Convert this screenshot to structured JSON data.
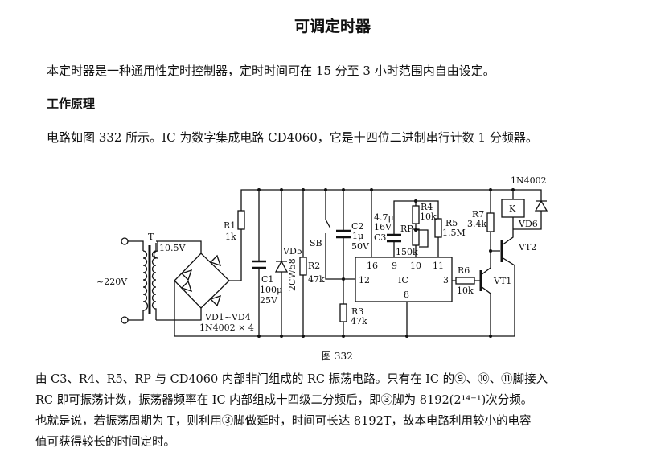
{
  "title": "可调定时器",
  "intro": "本定时器是一种通用性定时控制器，定时时间可在 15 分至 3 小时范围内自由设定。",
  "heading": "工作原理",
  "circuit_description": "电路如图 332 所示。IC 为数字集成电路 CD4060，它是十四位二进制串行计数 1 分频器。",
  "figure": {
    "caption": "图 332",
    "labels": {
      "mains": "~220V",
      "transformer": "T",
      "secondary": "10.5V",
      "bridge": "VD1~VD4",
      "bridge_type": "1N4002 × 4",
      "r1": "R1",
      "r1_val": "1k",
      "c1": "C1",
      "c1_val1": "100μ",
      "c1_val2": "25V",
      "vd5": "VD5",
      "vd5_type": "2CW58",
      "r2": "R2",
      "r2_val": "47k",
      "sb": "SB",
      "c2": "C2",
      "c2_val1": "1μ",
      "c2_val2": "50V",
      "r3": "R3",
      "r3_val": "47k",
      "c3_val1": "4.7μ",
      "c3_val2": "16V",
      "c3": "C3",
      "r4": "R4",
      "r4_val": "10k",
      "rp": "RP",
      "rp_val": "150k",
      "r5": "R5",
      "r5_val": "1.5M",
      "ic": "IC",
      "pin16": "16",
      "pin9": "9",
      "pin10": "10",
      "pin11": "11",
      "pin12": "12",
      "pin3": "3",
      "pin8": "8",
      "r6": "R6",
      "r6_val": "10k",
      "vt1": "VT1",
      "r7": "R7",
      "r7_val": "3.4k",
      "vt2": "VT2",
      "k": "K",
      "vd6": "VD6",
      "vd6_type": "1N4002"
    }
  },
  "body_lines": [
    "由 C3、R4、R5、RP 与 CD4060 内部非门组成的 RC 振荡电路。只有在 IC 的⑨、⑩、⑪脚接入",
    "RC 即可振荡计数，振荡器频率在 IC 内部组成十四级二分频后，即③脚为 8192(2¹⁴⁻¹)次分频。",
    "也就是说，若振荡周期为 T，则利用③脚做延时，时间可长达 8192T，故本电路利用较小的电容",
    "值可获得较长的时间定时。"
  ]
}
